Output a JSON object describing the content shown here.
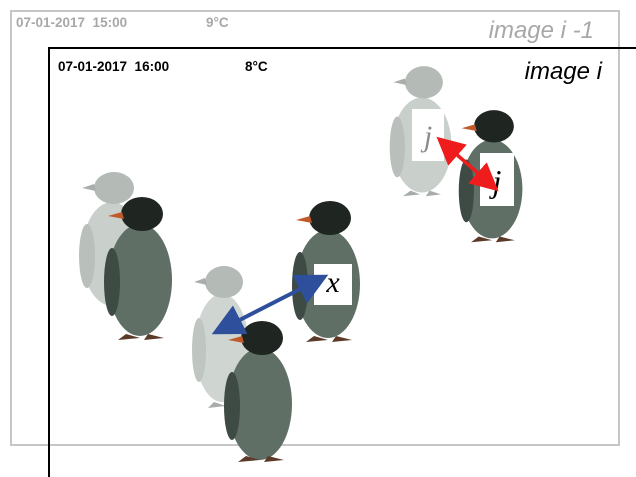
{
  "previous_frame": {
    "timestamp": "07-01-2017  15:00",
    "temperature": "9°C",
    "label": "image i -1"
  },
  "current_frame": {
    "timestamp": "07-01-2017  16:00",
    "temperature": "8°C",
    "label": "image i"
  },
  "markers": {
    "x_label": "x",
    "j_prev_label": "j",
    "j_cur_label": "j"
  },
  "colors": {
    "prev_frame_border": "#c6c6c6",
    "cur_frame_border": "#000000",
    "penguin_prev_body": "#c9cfcb",
    "penguin_cur_body": "#5f6f66",
    "penguin_cur_head": "#1f2521",
    "match_arrow": "#ee1c1c",
    "candidate_arrow": "#2e4f9c"
  }
}
